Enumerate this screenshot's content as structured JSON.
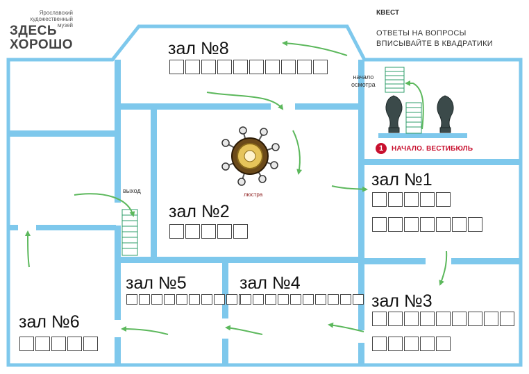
{
  "logo": {
    "small_lines": [
      "Ярославский",
      "художественный",
      "музей"
    ],
    "big_lines": [
      "ЗДЕСЬ",
      "ХОРОШО"
    ]
  },
  "quest": {
    "title": "КВЕСТ",
    "instruction_lines": [
      "ОТВЕТЫ НА ВОПРОСЫ",
      "ВПИСЫВАЙТЕ В КВАДРАТИКИ"
    ]
  },
  "halls": {
    "hall8": {
      "label": "зал №8",
      "boxes": 10
    },
    "hall1": {
      "label": "зал №1",
      "rows": [
        5,
        7
      ]
    },
    "hall2": {
      "label": "зал №2",
      "boxes": 5
    },
    "hall3": {
      "label": "зал №3",
      "rows": [
        9,
        5
      ]
    },
    "hall4": {
      "label": "зал №4",
      "boxes": 10
    },
    "hall5": {
      "label": "зал №5",
      "boxes": 10
    },
    "hall6": {
      "label": "зал №6",
      "boxes": 5
    }
  },
  "labels": {
    "start_tour": [
      "начало",
      "осмотра"
    ],
    "exit": "выход",
    "chandelier": "люстра",
    "start_number": "1",
    "start_text": "НАЧАЛО. ВЕСТИБЮЛЬ"
  },
  "colors": {
    "wall": "#7ec8ec",
    "arrow": "#5cb85c",
    "accent_red": "#c8102e",
    "stairs": "#2e9c6a"
  }
}
